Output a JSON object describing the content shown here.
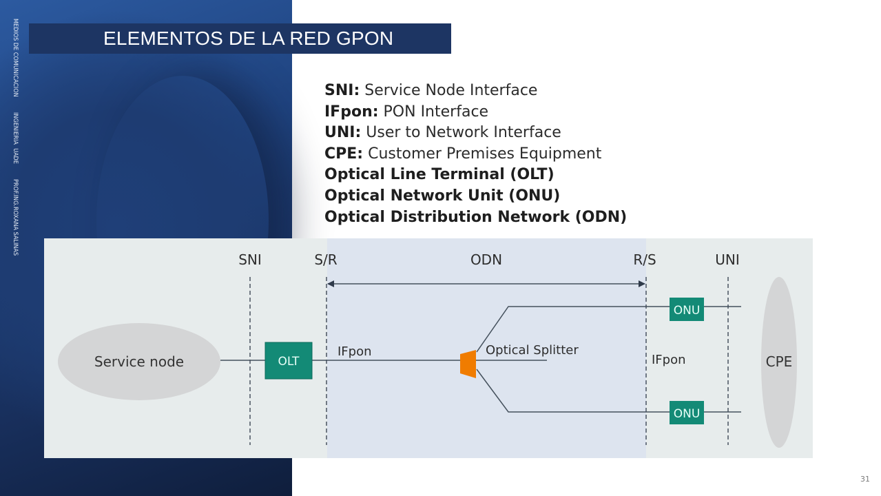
{
  "sidebar": {
    "course": "MEDIOS DE COMUNICACION",
    "school": "INGENIERIA  UADE",
    "professor": "PROF.ING.ROXANA SALINAS"
  },
  "slide": {
    "title": "ELEMENTOS DE LA RED GPON",
    "page_number": "31"
  },
  "definitions": [
    {
      "key": "SNI:",
      "value": " Service Node Interface"
    },
    {
      "key": "IFpon:",
      "value": " PON Interface"
    },
    {
      "key": "UNI:",
      "value": " User to Network Interface"
    },
    {
      "key": "CPE:",
      "value": " Customer Premises Equipment"
    },
    {
      "key": "Optical Line Terminal (OLT)",
      "value": ""
    },
    {
      "key": "Optical Network Unit (ONU)",
      "value": ""
    },
    {
      "key": "Optical Distribution Network (ODN)",
      "value": ""
    }
  ],
  "diagram": {
    "reference_points": {
      "sni": "SNI",
      "sr": "S/R",
      "odn": "ODN",
      "rs": "R/S",
      "uni": "UNI"
    },
    "service_node": "Service node",
    "olt": "OLT",
    "ifpon_left": "IFpon",
    "splitter": "Optical Splitter",
    "ifpon_right": "IFpon",
    "onu_top": "ONU",
    "onu_bottom": "ONU",
    "cpe": "CPE",
    "colors": {
      "equipment": "#138a76",
      "splitter": "#f07c00",
      "odn_zone": "#dde4ef",
      "background": "#e7ecec",
      "ellipse": "#d4d5d6",
      "line": "#44505c"
    }
  }
}
